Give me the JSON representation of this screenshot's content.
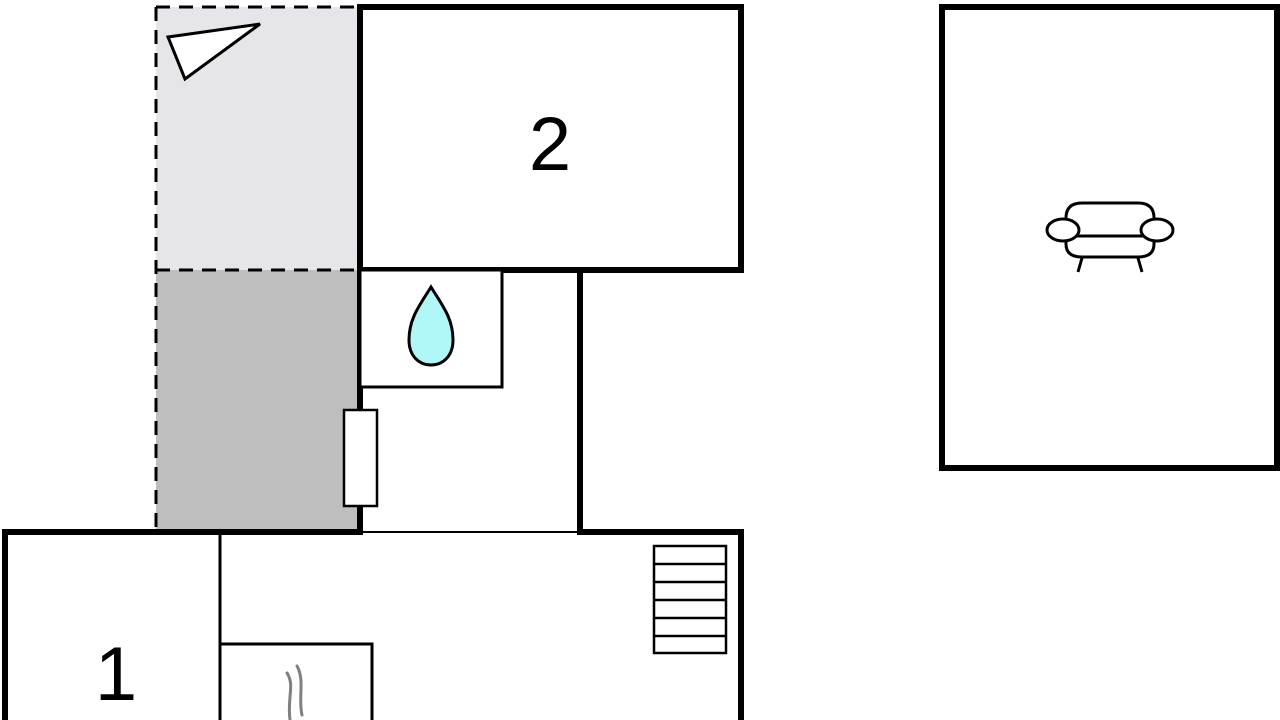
{
  "floorplan": {
    "rooms": [
      {
        "id": "room-1",
        "label": "1"
      },
      {
        "id": "room-2",
        "label": "2"
      }
    ],
    "icons": [
      "compass-triangle-icon",
      "water-drop-icon",
      "sofa-icon",
      "stairs-icon",
      "heating-icon",
      "door-icon"
    ],
    "colors": {
      "wall": "#000000",
      "terrace_light": "#e6e6ea",
      "terrace_dark": "#bebebe",
      "water": "#b0f8f8",
      "heating": "#808080"
    }
  }
}
